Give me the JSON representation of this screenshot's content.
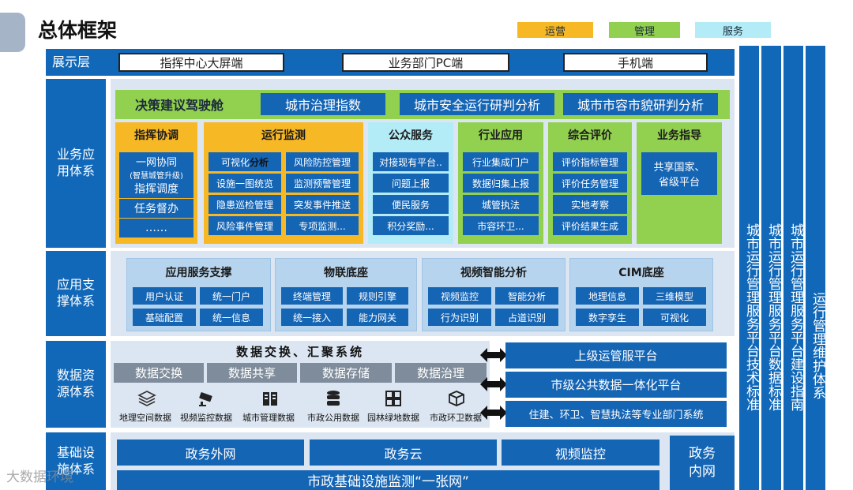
{
  "title": "总体框架",
  "legend": {
    "yunying": "运营",
    "guanli": "管理",
    "fuwu": "服务"
  },
  "display_layer": {
    "label": "展示层",
    "channels": [
      "指挥中心大屏端",
      "业务部门PC端",
      "手机端"
    ]
  },
  "business_layer": {
    "label": "业务应\n用体系",
    "row1": {
      "cockpit": "决策建议驾驶舱",
      "items": [
        "城市治理指数",
        "城市安全运行研判分析",
        "城市市容市貌研判分析"
      ]
    },
    "col_zhihui": {
      "head": "指挥协调",
      "cells": [
        "一网协同",
        "(智慧城管升级)",
        "指挥调度",
        "任务督办",
        "……"
      ]
    },
    "col_yunxing": {
      "head": "运行监测",
      "cells_left": [
        "可视化",
        "设施一图统览",
        "隐患巡检管理",
        "风险事件管理"
      ],
      "cell_left0_bold": "分析",
      "cells_right": [
        "风险防控管理",
        "监测预警管理",
        "突发事件推送",
        "专项监测..."
      ]
    },
    "col_gongzhong": {
      "head": "公众服务",
      "cells": [
        "对接现有平台..",
        "问题上报",
        "便民服务",
        "积分奖励..."
      ]
    },
    "col_hangye": {
      "head": "行业应用",
      "cells": [
        "行业集成门户",
        "数据归集上报",
        "城管执法",
        "市容环卫..."
      ]
    },
    "col_zonghe": {
      "head": "综合评价",
      "cells": [
        "评价指标管理",
        "评价任务管理",
        "实地考察",
        "评价结果生成"
      ]
    },
    "col_yewu": {
      "head": "业务指导",
      "cells": [
        "共享国家、",
        "省级平台"
      ]
    }
  },
  "support_layer": {
    "label": "应用支\n撑体系",
    "panels": [
      {
        "head": "应用服务支撑",
        "cells": [
          "用户认证",
          "统一门户",
          "基础配置",
          "统一信息"
        ]
      },
      {
        "head": "物联底座",
        "cells": [
          "终端管理",
          "规则引擎",
          "统一接入",
          "能力网关"
        ]
      },
      {
        "head": "视频智能分析",
        "cells": [
          "视频监控",
          "智能分析",
          "行为识别",
          "占道识别"
        ]
      },
      {
        "head": "CIM底座",
        "cells": [
          "地理信息",
          "三维模型",
          "数字孪生",
          "可视化"
        ]
      }
    ]
  },
  "data_layer": {
    "label": "数据资\n源体系",
    "head": "数据交换、汇聚系统",
    "buttons": [
      "数据交换",
      "数据共享",
      "数据存储",
      "数据治理"
    ],
    "icons": [
      {
        "icon": "layers-icon",
        "label": "地理空间数据"
      },
      {
        "icon": "camera-icon",
        "label": "视频监控数据"
      },
      {
        "icon": "buildings-icon",
        "label": "城市管理数据"
      },
      {
        "icon": "database-icon",
        "label": "市政公用数据"
      },
      {
        "icon": "grid-icon",
        "label": "园林绿地数据"
      },
      {
        "icon": "box-icon",
        "label": "市政环卫数据"
      }
    ],
    "right": [
      "上级运管服平台",
      "市级公共数据一体化平台",
      "住建、环卫、智慧执法等专业部门系统"
    ]
  },
  "infra_layer": {
    "label": "基础设\n施体系",
    "nets": [
      "政务外网",
      "政务云",
      "视频监控"
    ],
    "bottom": "市政基础设施监测“一张网”",
    "gov_intranet": "政务\n内网"
  },
  "vertical_columns": [
    "城市运行管理服务平台技术标准",
    "城市运行管理服务平台数据标准",
    "城市运行管理服务平台建设指南",
    "运行管理维护体系"
  ],
  "watermark": "大数据环境",
  "colors": {
    "primary_blue": "#1565b5",
    "yunying": "#f7b825",
    "guanli": "#92d050",
    "fuwu": "#b3ecf6",
    "panel": "#dce6f2",
    "gray": "#7f8c9b"
  }
}
